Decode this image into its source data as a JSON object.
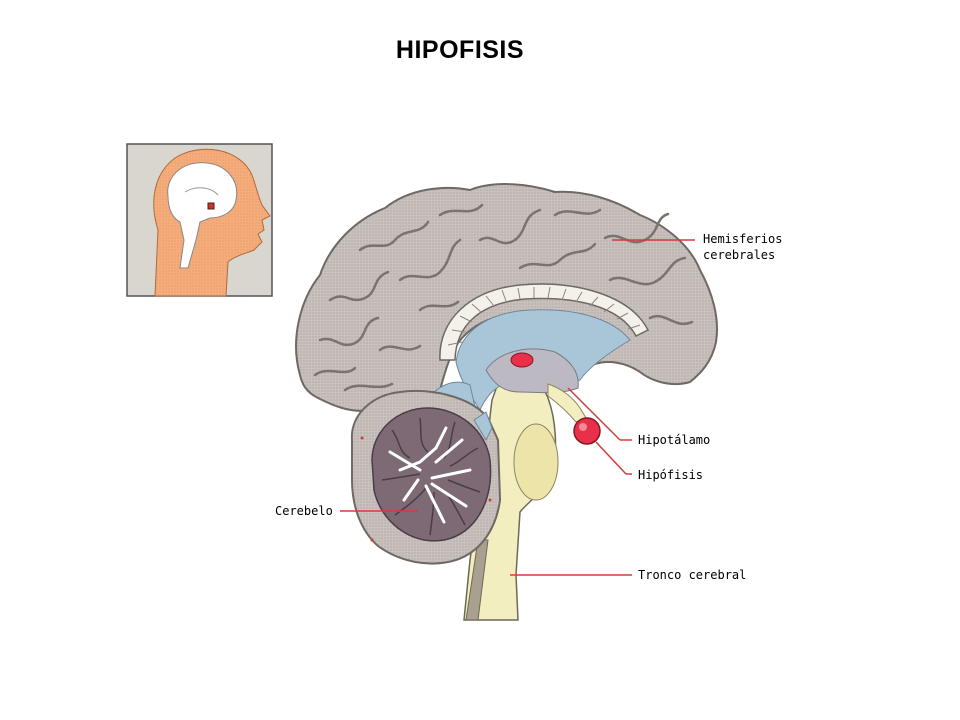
{
  "title": "HIPOFISIS",
  "labels": {
    "hemisferios_line1": "Hemisferios",
    "hemisferios_line2": "cerebrales",
    "hipotalamo": "Hipotálamo",
    "hipofisis": "Hipófisis",
    "cerebelo": "Cerebelo",
    "tronco": "Tronco cerebral"
  },
  "colors": {
    "cortex": "#c8c0bc",
    "cerebellum": "#7d6a75",
    "ventricle": "#a9c6d8",
    "brainstem": "#f3eec0",
    "gland": "#e8304a",
    "leader": "#d93b3b",
    "inset_skin": "#f6b07c",
    "inset_bg": "#d9d5cf"
  }
}
